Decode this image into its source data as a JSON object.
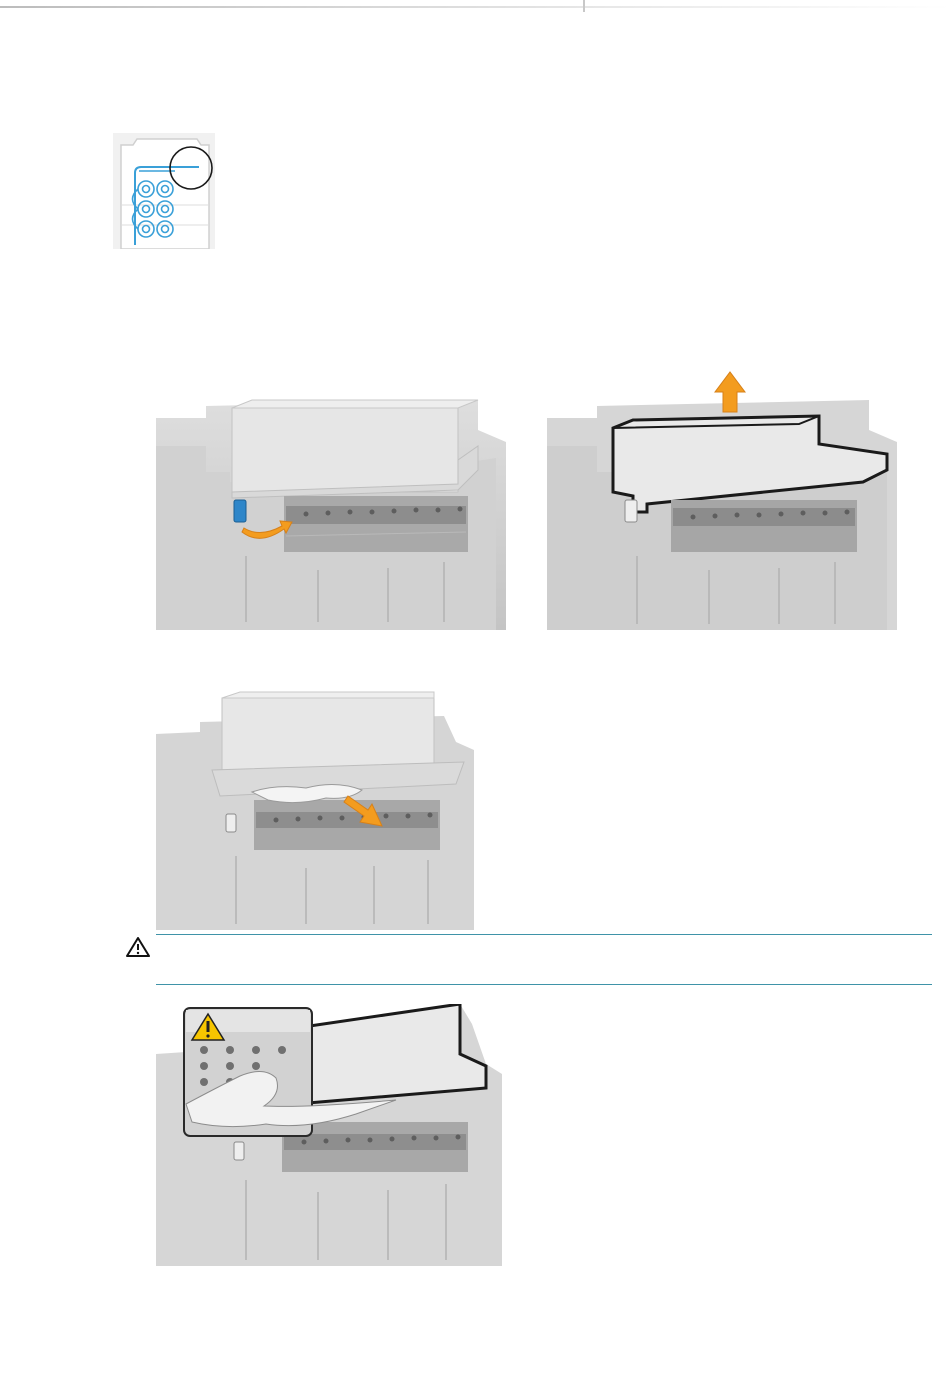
{
  "document": {
    "figures": [
      {
        "id": "locator",
        "icon": "printer-roll-locator-icon"
      },
      {
        "id": "step-1",
        "arrow": "curved-arrow",
        "accent": "#f39c1f"
      },
      {
        "id": "step-2",
        "arrow": "up-arrow",
        "accent": "#f39c1f"
      },
      {
        "id": "step-3",
        "arrow": "down-arrow",
        "accent": "#f39c1f"
      },
      {
        "id": "step-4",
        "inset": "caution-inset"
      }
    ],
    "warning": {
      "icon": "warning-triangle-icon",
      "rule_color": "#3f93a8"
    },
    "colors": {
      "locator_blue": "#3aa0d8",
      "highlight_blue": "#2e86c9",
      "accent_orange": "#f39c1f",
      "caution_yellow": "#f6c500"
    }
  }
}
